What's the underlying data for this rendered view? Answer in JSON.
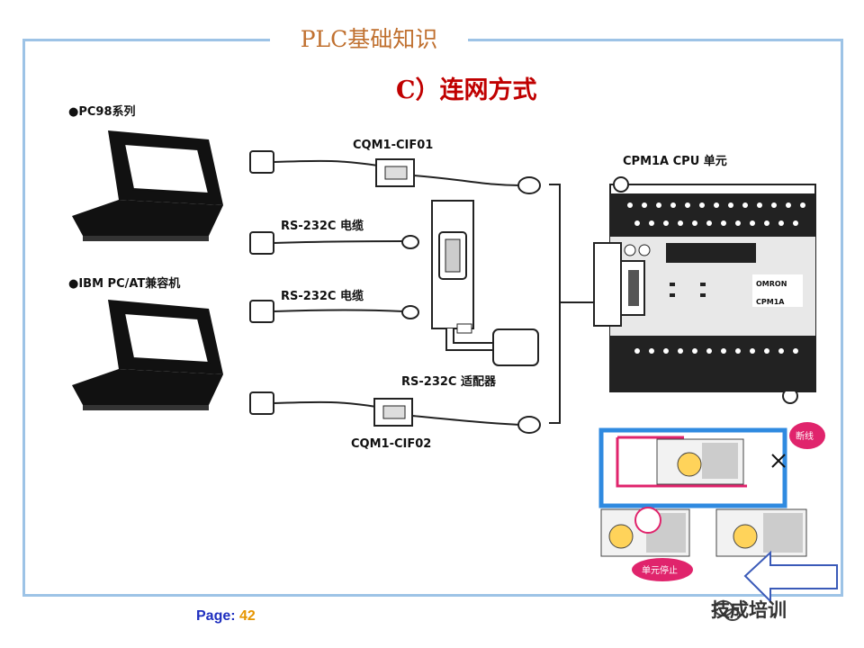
{
  "header": {
    "title": "PLC基础知识",
    "subtitle": "C）连网方式"
  },
  "computers": {
    "pc98": "●PC98系列",
    "ibm": "●IBM PC/AT兼容机"
  },
  "cables": {
    "cif01": "CQM1-CIF01",
    "rs232_1": "RS-232C 电缆",
    "rs232_2": "RS-232C 电缆",
    "adapter": "RS-232C 适配器",
    "cif02": "CQM1-CIF02"
  },
  "cpu": {
    "label": "CPM1A CPU 单元",
    "brand": "OMRON",
    "model": "CPM1A"
  },
  "network": {
    "break_label": "断线",
    "stop_label": "单元停止"
  },
  "footer": {
    "page_prefix": "Page: ",
    "page_number": "42",
    "watermark": "技成培训"
  },
  "colors": {
    "frame": "#9dc3e6",
    "title": "#c0702f",
    "subtitle": "#c00000",
    "ring": "#2f8ae0",
    "signal": "#e0246c",
    "page": "#1f2fbf"
  }
}
